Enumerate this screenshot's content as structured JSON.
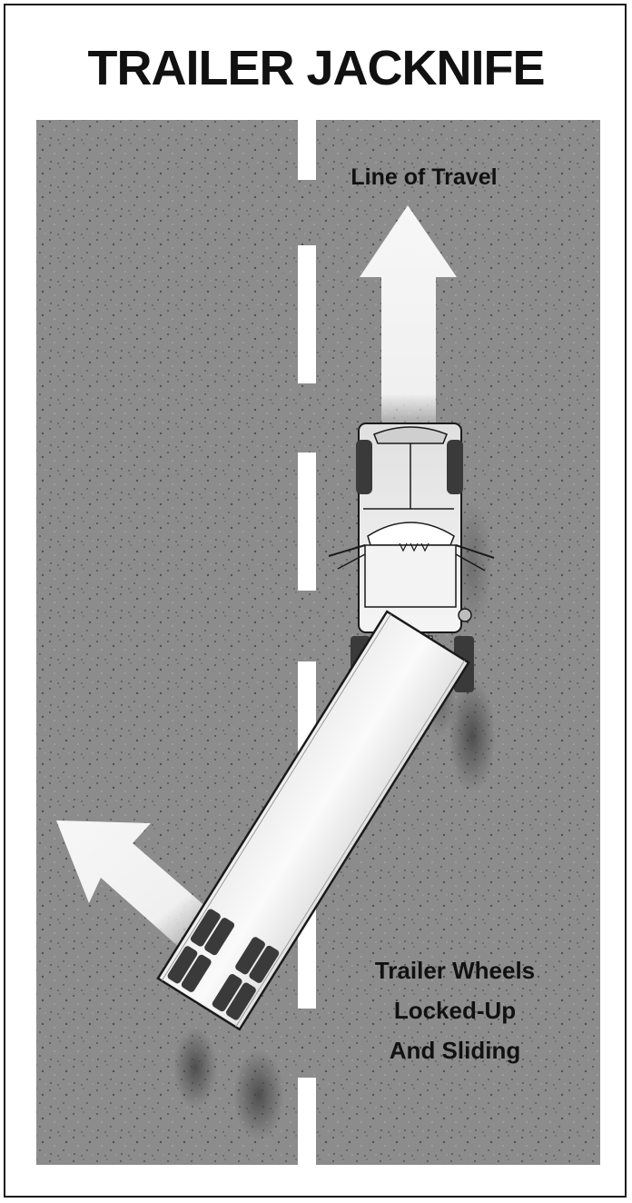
{
  "title": "TRAILER JACKNIFE",
  "labels": {
    "line_of_travel": "Line of Travel",
    "trailer_wheels_line1": "Trailer Wheels",
    "trailer_wheels_line2": "Locked-Up",
    "trailer_wheels_line3": "And Sliding"
  },
  "colors": {
    "road": "#8c8c8c",
    "road_speckle": "#555555",
    "lane_marking": "#ffffff",
    "arrow": "#f4f4f4",
    "truck_body": "#e6e6e6",
    "tire": "#3a3a3a",
    "outline": "#1a1a1a"
  }
}
